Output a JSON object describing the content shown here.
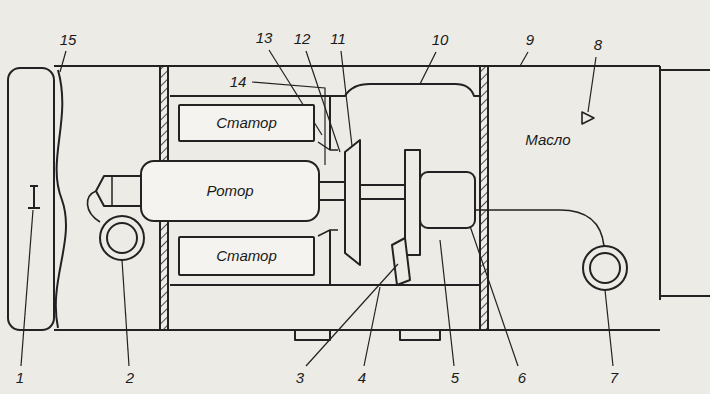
{
  "diagram": {
    "nodes": [
      {
        "text": [
          "Статор"
        ]
      },
      {
        "text": [
          "Ротор"
        ]
      },
      {
        "text": [
          "Статор"
        ]
      }
    ],
    "labels": [
      "15",
      "13",
      "12",
      "11",
      "10",
      "9",
      "8",
      "14",
      "Масло",
      "1",
      "2",
      "3",
      "4",
      "5",
      "6",
      "7"
    ]
  }
}
